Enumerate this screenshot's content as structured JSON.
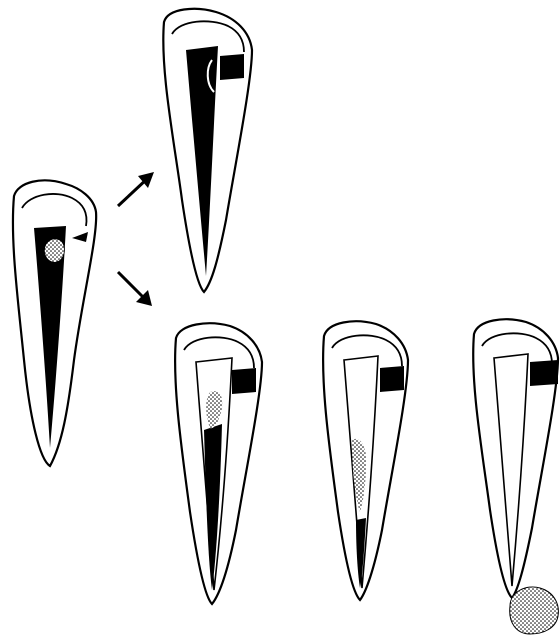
{
  "figure": {
    "description_text": "",
    "colors": {
      "line": "#000000",
      "background": "#ffffff"
    },
    "panels": [
      {
        "id": "initial-tooth",
        "icon": "tooth-with-carious-lesion-and-pulp"
      },
      {
        "id": "outcome-top",
        "icon": "tooth-with-restoration-healthy-pulp"
      },
      {
        "id": "outcome-bottom-1",
        "icon": "tooth-with-restoration-partial-pulp-necrosis"
      },
      {
        "id": "outcome-bottom-2",
        "icon": "tooth-with-restoration-progressing-necrosis"
      },
      {
        "id": "outcome-bottom-3",
        "icon": "tooth-with-restoration-periapical-lesion"
      }
    ],
    "arrows": [
      {
        "id": "arrow-up",
        "icon": "arrow-icon"
      },
      {
        "id": "arrow-down",
        "icon": "arrow-icon"
      }
    ]
  }
}
